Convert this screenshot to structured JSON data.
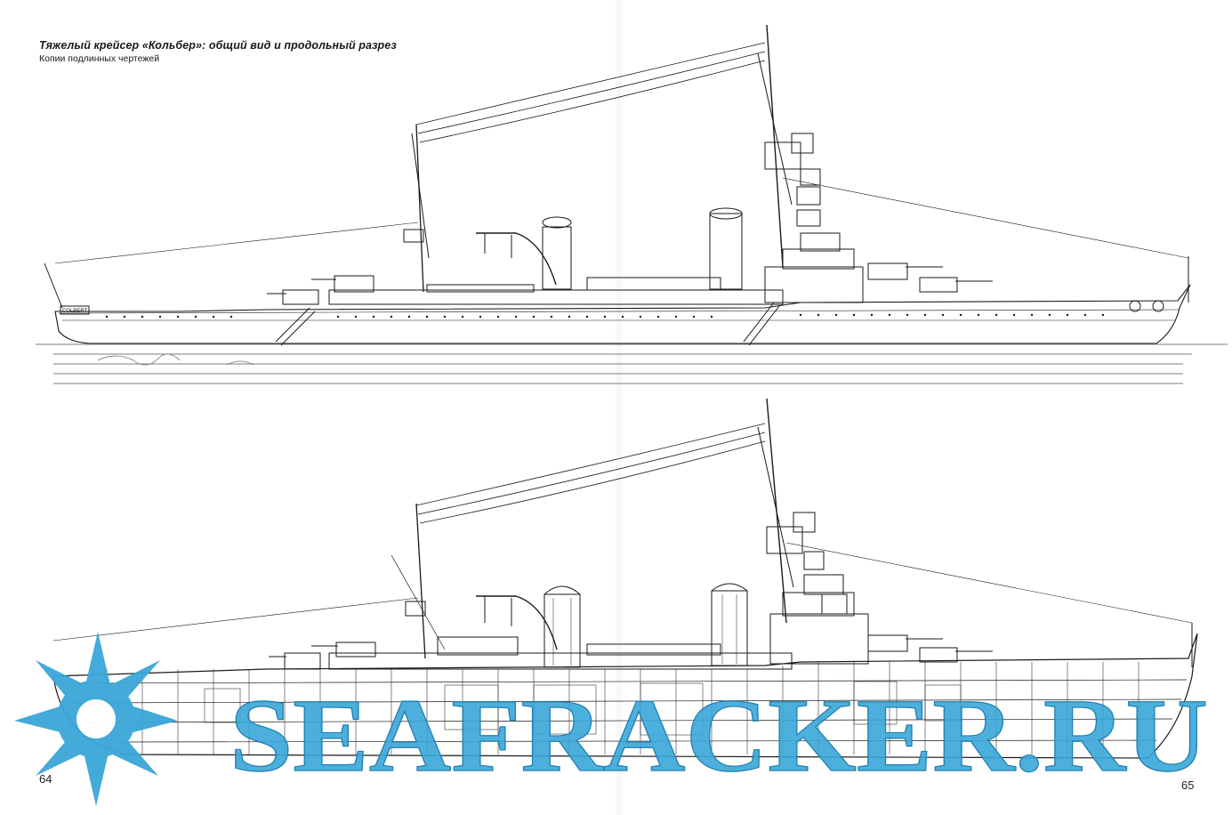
{
  "caption": {
    "title": "Тяжелый крейсер «Кольбер»: общий вид и продольный разрез",
    "subtitle": "Копии подлинных чертежей"
  },
  "pages": {
    "left": "64",
    "right": "65"
  },
  "profile": {
    "ship_name_plate": "COLBERT"
  },
  "watermark": {
    "text": "SEAFRACKER.RU",
    "color": "#3aa6d8"
  },
  "colors": {
    "ink": "#1a1a1a",
    "watermark": "#3aa6d8"
  }
}
